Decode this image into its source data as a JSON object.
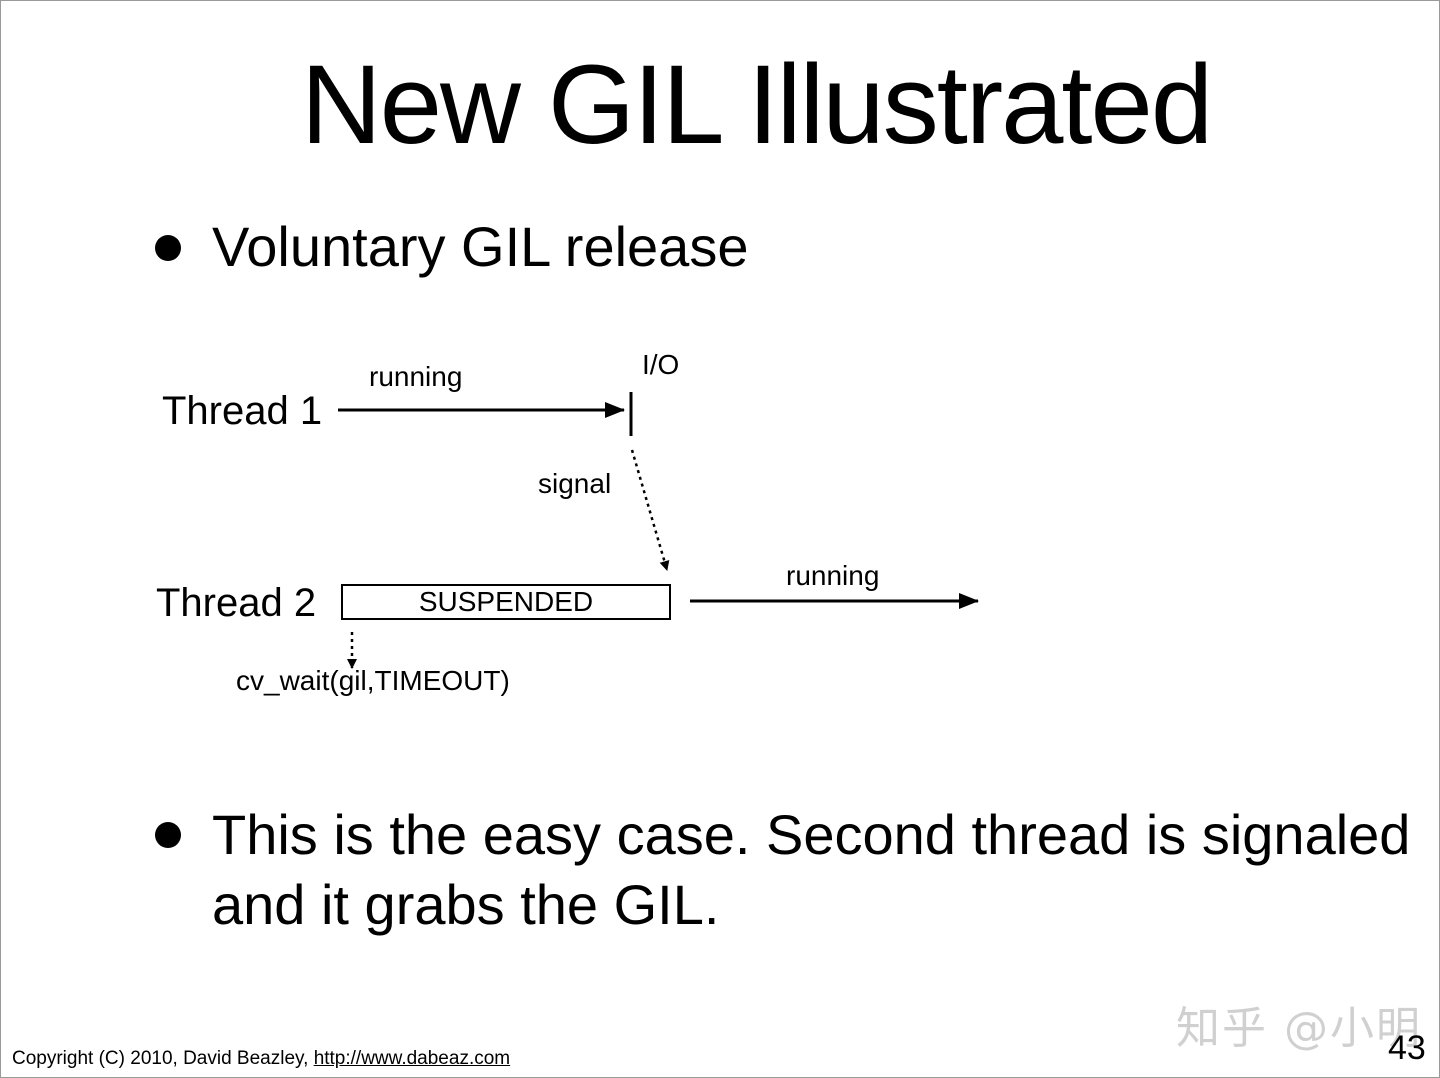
{
  "slide": {
    "title": "New GIL Illustrated",
    "bullets": [
      "Voluntary GIL release",
      "This is the easy case.  Second thread is signaled",
      "and it grabs the GIL."
    ]
  },
  "diagram": {
    "thread1_label": "Thread 1",
    "thread2_label": "Thread 2",
    "thread1_running": "running",
    "io_label": "I/O",
    "signal_label": "signal",
    "suspended_label": "SUSPENDED",
    "thread2_running": "running",
    "cv_wait_label": "cv_wait(gil,TIMEOUT)"
  },
  "footer": {
    "copyright": "Copyright (C) 2010,  David Beazley,",
    "link": "http://www.dabeaz.com"
  },
  "watermark": "知乎 @小明",
  "page_number": "43"
}
